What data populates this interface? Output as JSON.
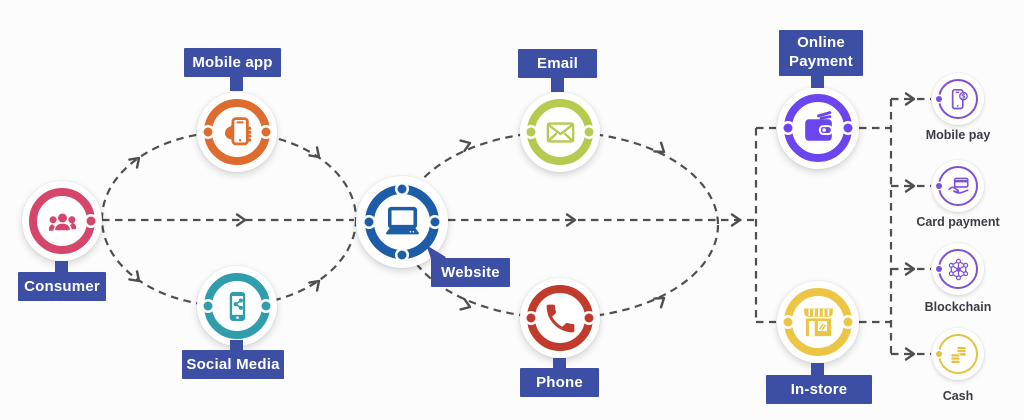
{
  "diagram": {
    "background": "#fcfcfc",
    "connector_color": "#4f4f4f",
    "label_box_color": "#3c4fa4",
    "label_text_color": "#ffffff",
    "method_label_color": "#3c3c46",
    "nodes": [
      {
        "id": "consumer",
        "label": "Consumer",
        "icon": "people-icon",
        "color": "#d5466b"
      },
      {
        "id": "mobile-app",
        "label": "Mobile app",
        "icon": "hand-phone-icon",
        "color": "#dd6c2e"
      },
      {
        "id": "social-media",
        "label": "Social Media",
        "icon": "phone-share-icon",
        "color": "#2f9dab"
      },
      {
        "id": "website",
        "label": "Website",
        "icon": "laptop-icon",
        "color": "#1d5ca6"
      },
      {
        "id": "email",
        "label": "Email",
        "icon": "envelope-icon",
        "color": "#b7c94e"
      },
      {
        "id": "phone",
        "label": "Phone",
        "icon": "phone-handset-icon",
        "color": "#c03b2c"
      },
      {
        "id": "online-payment",
        "label": "Online Payment",
        "icon": "wallet-icon",
        "color": "#6b46ef"
      },
      {
        "id": "in-store",
        "label": "In-store",
        "icon": "storefront-icon",
        "color": "#ecc545"
      }
    ],
    "payment_methods": [
      {
        "id": "mobile-pay",
        "label": "Mobile pay",
        "icon": "mobile-pay-icon",
        "color": "#7c50da"
      },
      {
        "id": "card-payment",
        "label": "Card payment",
        "icon": "card-payment-icon",
        "color": "#7c50da"
      },
      {
        "id": "blockchain",
        "label": "Blockchain",
        "icon": "blockchain-icon",
        "color": "#7c50da"
      },
      {
        "id": "cash",
        "label": "Cash",
        "icon": "coins-icon",
        "color": "#e2c240"
      }
    ]
  }
}
